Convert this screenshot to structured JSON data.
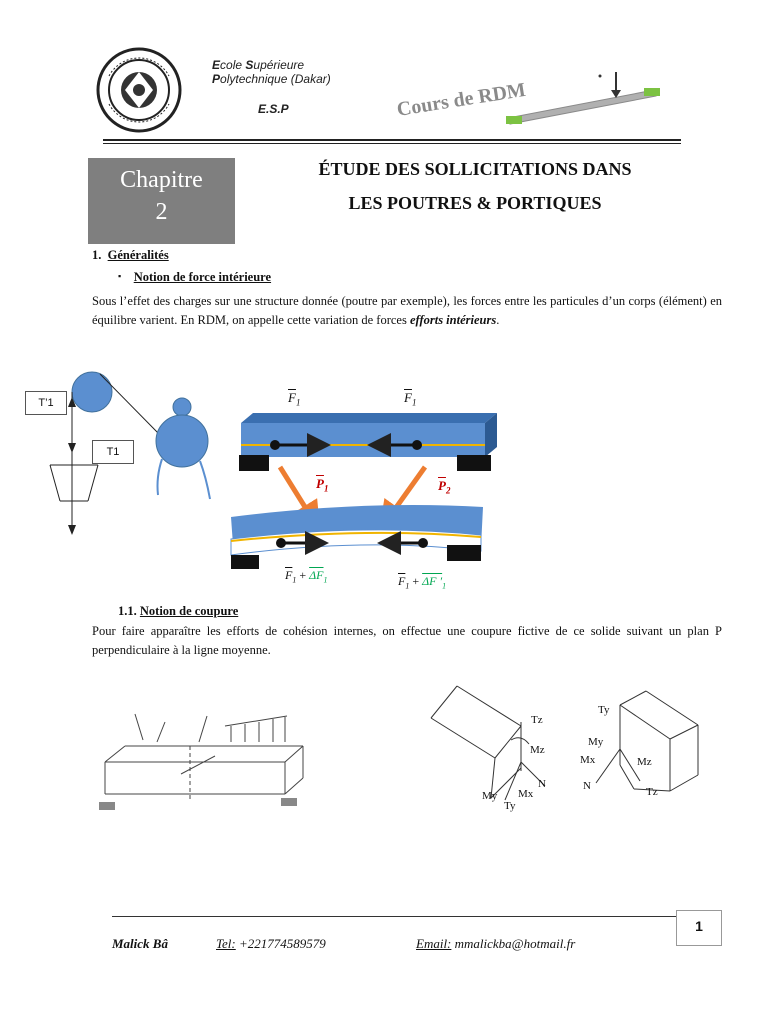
{
  "header": {
    "school_line1_parts": [
      "E",
      "cole ",
      "S",
      "upérieure"
    ],
    "school_line2_parts": [
      "P",
      "olytechnique (Dakar)"
    ],
    "abbrev": "E.S.P",
    "course_title": "Cours de RDM"
  },
  "chapter": {
    "word": "Chapitre",
    "number": "2",
    "title_line1": "ÉTUDE DES SOLLICITATIONS DANS",
    "title_line2": "LES POUTRES   &   PORTIQUES"
  },
  "section1": {
    "number": "1.",
    "heading": "Généralités",
    "bullet_symbol": "▪",
    "bullet_heading": "Notion de force intérieure",
    "paragraph_main": "Sous l’effet des charges sur une structure donnée (poutre par exemple), les forces entre les particules d’un corps (élément) en équilibre varient. En RDM, on appelle cette variation de forces ",
    "paragraph_emph": "efforts intérieurs",
    "paragraph_end": "."
  },
  "figure1": {
    "label_t1_prime": "T’1",
    "label_t1": "T1",
    "vec_F1": "F",
    "vec_F1_sub": "1",
    "vec_F1p": "F",
    "vec_F1p_sub": "1",
    "vec_P1": "P",
    "vec_P1_sub": "1",
    "vec_P2": "P",
    "vec_P2_sub": "2",
    "sum1_left": "F",
    "sum1_sub": "1",
    "sum1_plus": " + ",
    "sum1_delta": "ΔF",
    "sum1_delta_sub": "1",
    "sum2_left": "F",
    "sum2_sub": "1",
    "sum2_plus": " + ",
    "sum2_delta": "ΔF ′",
    "sum2_delta_sub": "1",
    "colors": {
      "beam": "#5b8fd0",
      "arrow_orange": "#ed7d31",
      "red": "#c00000",
      "green": "#00a651",
      "yellow": "#f0b400"
    }
  },
  "section11": {
    "number": "1.1.",
    "heading": "Notion de coupure",
    "paragraph": "Pour faire apparaître les efforts de cohésion internes, on effectue une coupure fictive de ce solide suivant un plan P perpendiculaire à la ligne moyenne."
  },
  "figure2": {
    "left_labels": [
      "Tz",
      "Mz",
      "N",
      "Mx",
      "My",
      "Ty"
    ],
    "right_labels": [
      "Ty",
      "My",
      "Mx",
      "Mz",
      "N",
      "Tz"
    ]
  },
  "footer": {
    "author": "Malick Bâ",
    "tel_label": "Tel:",
    "tel_value": " +221774589579",
    "email_label": "Email:",
    "email_value": "  mmalickba@hotmail.fr",
    "page_number": "1"
  }
}
